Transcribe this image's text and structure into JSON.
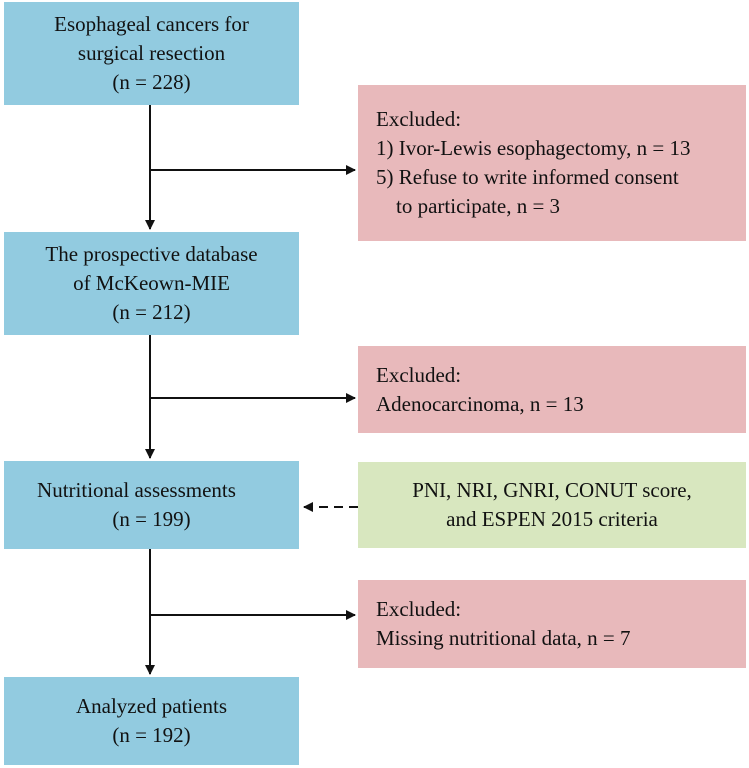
{
  "boxes": {
    "start": {
      "lines": [
        "Esophageal cancers for",
        "surgical resection",
        "(n = 228)"
      ]
    },
    "exclude1": {
      "lines": [
        "Excluded:",
        "1) Ivor-Lewis esophagectomy, n = 13",
        "5) Refuse to write informed consent",
        "to participate, n = 3"
      ]
    },
    "database": {
      "lines": [
        "The prospective database",
        "of McKeown-MIE",
        "(n = 212)"
      ]
    },
    "exclude2": {
      "lines": [
        "Excluded:",
        "Adenocarcinoma, n = 13"
      ]
    },
    "nutrition": {
      "lines": [
        "Nutritional assessments",
        "(n = 199)"
      ]
    },
    "tools": {
      "lines": [
        "PNI, NRI, GNRI, CONUT score,",
        "and ESPEN 2015 criteria"
      ]
    },
    "exclude3": {
      "lines": [
        "Excluded:",
        "Missing nutritional data, n = 7"
      ]
    },
    "analyzed": {
      "lines": [
        "Analyzed patients",
        "(n = 192)"
      ]
    }
  },
  "colors": {
    "main_box": "#92cbe0",
    "exclusion_box": "#e8b9bb",
    "assessment_box": "#d8e7bf",
    "arrow": "#111111"
  }
}
